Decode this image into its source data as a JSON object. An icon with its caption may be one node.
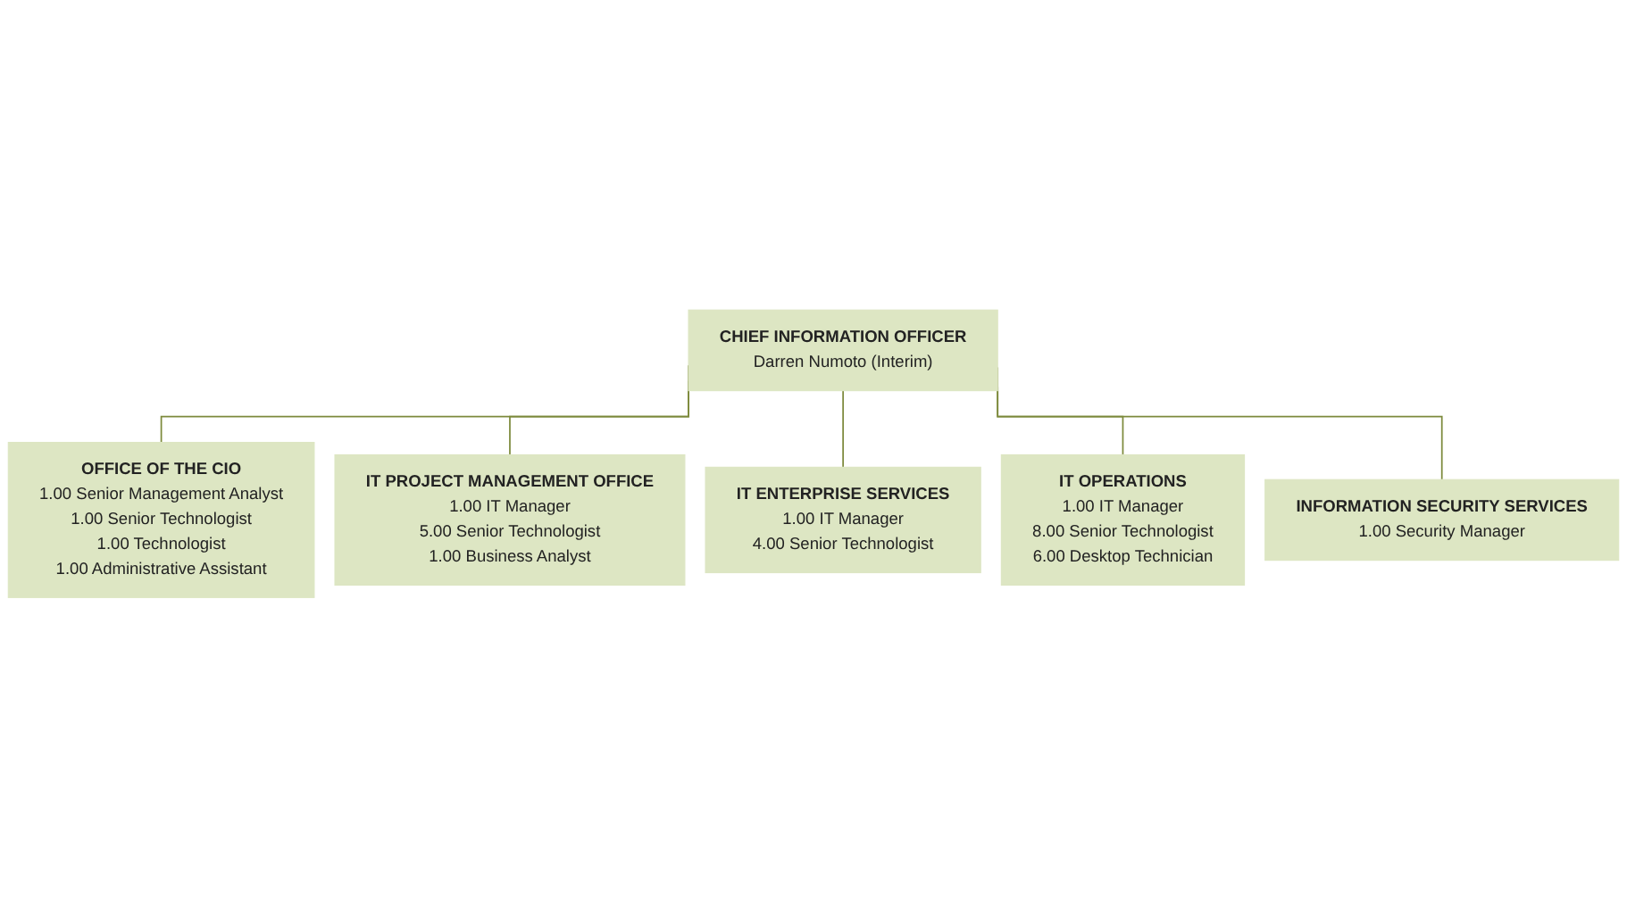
{
  "diagram": {
    "nodes": [
      {
        "text": [
          "CHIEF INFORMATION OFFICER",
          "Darren Numoto (Interim)"
        ]
      },
      {
        "text": [
          "OFFICE OF THE CIO",
          "1.00 Senior Management Analyst",
          "1.00 Senior Technologist",
          "1.00 Technologist",
          "1.00 Administrative Assistant"
        ]
      },
      {
        "text": [
          "IT PROJECT MANAGEMENT OFFICE",
          "1.00 IT Manager",
          "5.00 Senior Technologist",
          "1.00 Business Analyst"
        ]
      },
      {
        "text": [
          "IT ENTERPRISE SERVICES",
          "1.00 IT Manager",
          "4.00 Senior Technologist"
        ]
      },
      {
        "text": [
          "IT OPERATIONS",
          "1.00 IT Manager",
          "8.00 Senior Technologist",
          "6.00 Desktop Technician"
        ]
      },
      {
        "text": [
          "INFORMATION SECURITY SERVICES",
          "1.00 Security Manager"
        ]
      }
    ],
    "edges": [
      {
        "from": 0,
        "to": 1,
        "arrow": "none"
      },
      {
        "from": 0,
        "to": 2,
        "arrow": "none"
      },
      {
        "from": 0,
        "to": 3,
        "arrow": "none"
      },
      {
        "from": 0,
        "to": 4,
        "arrow": "none"
      },
      {
        "from": 0,
        "to": 5,
        "arrow": "none"
      }
    ]
  }
}
